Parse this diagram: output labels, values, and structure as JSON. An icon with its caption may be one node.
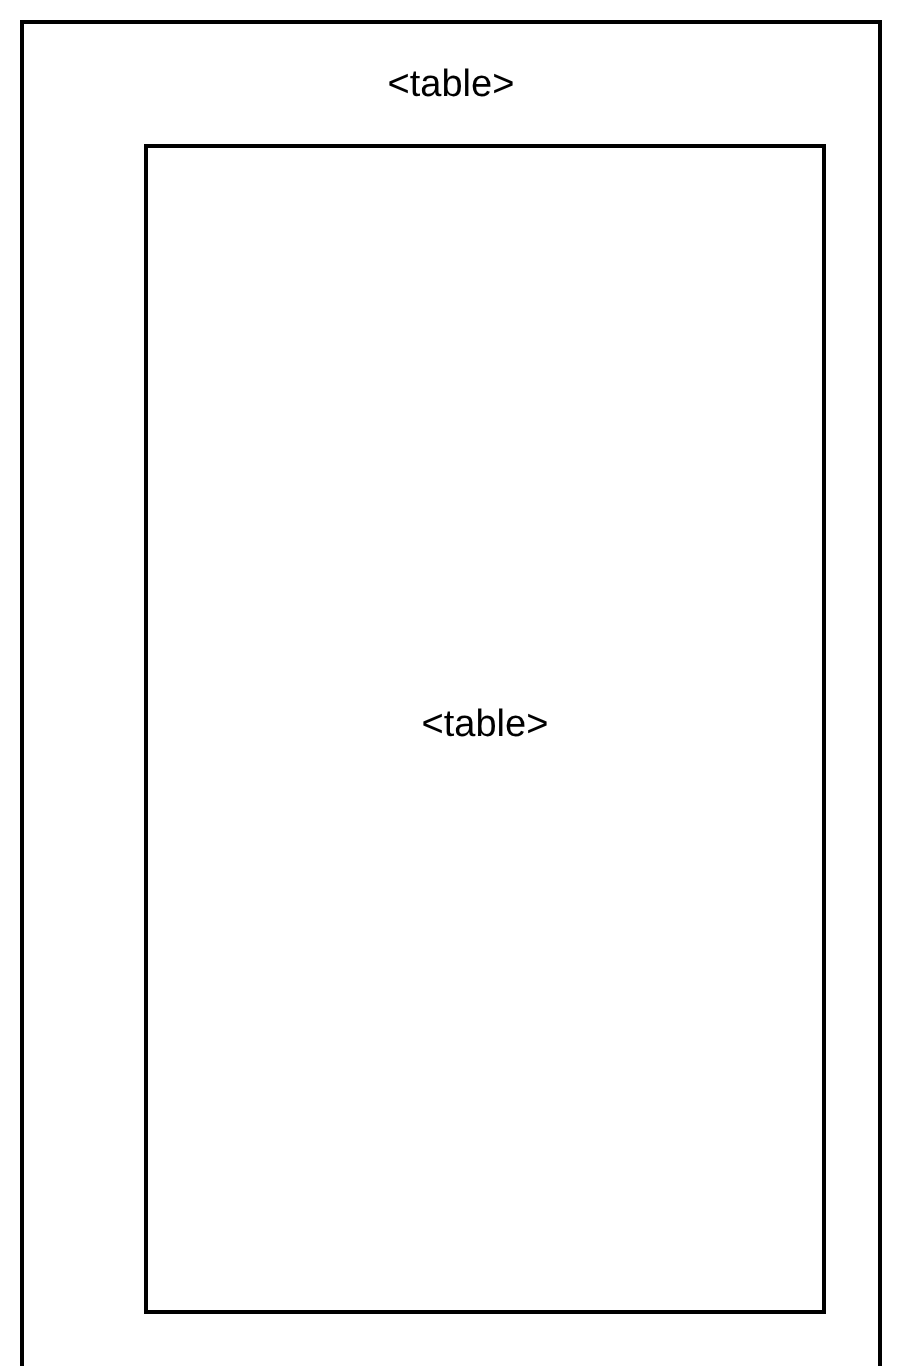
{
  "diagram": {
    "nodes": [
      {
        "text": [
          "<table>"
        ]
      },
      {
        "text": [
          "<table>"
        ],
        "in": 0
      }
    ]
  }
}
